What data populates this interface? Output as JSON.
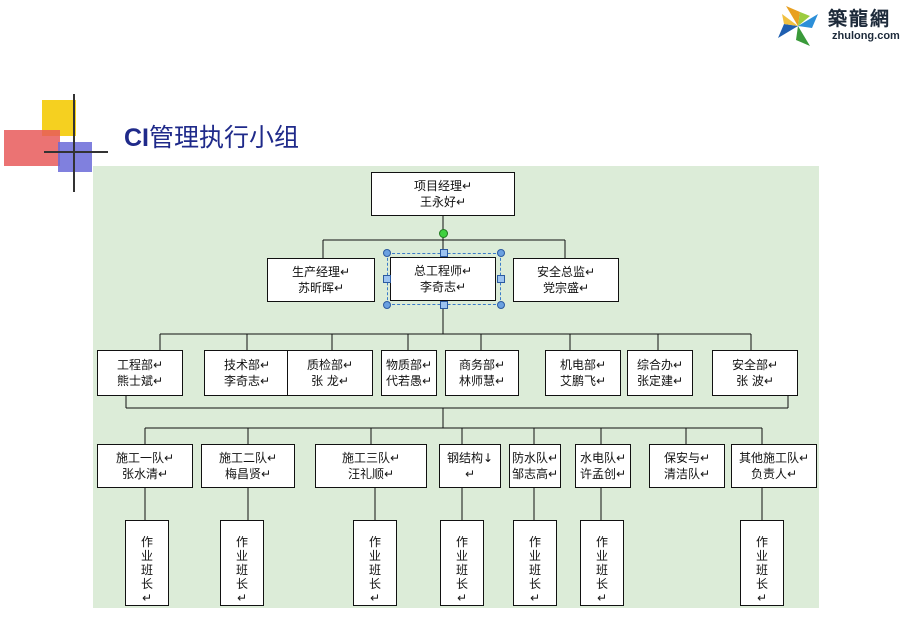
{
  "logo": {
    "cn": "築龍網",
    "en": "zhulong.com"
  },
  "title": {
    "prefix": "CI",
    "text": "管理执行小组"
  },
  "org": {
    "top": {
      "title": "项目经理↵",
      "name": "王永好↵"
    },
    "level2": [
      {
        "title": "生产经理↵",
        "name": "苏昕晖↵"
      },
      {
        "title": "总工程师↵",
        "name": "李奇志↵"
      },
      {
        "title": "安全总监↵",
        "name": "党宗盛↵"
      }
    ],
    "departments": [
      {
        "title": "工程部↵",
        "name": "熊士斌↵"
      },
      {
        "title": "技术部↵",
        "name": "李奇志↵"
      },
      {
        "title": "质检部↵",
        "name": "张 龙↵"
      },
      {
        "title": "物质部↵",
        "name": "代若愚↵"
      },
      {
        "title": "商务部↵",
        "name": "林师慧↵"
      },
      {
        "title": "机电部↵",
        "name": "艾鹏飞↵"
      },
      {
        "title": "综合办↵",
        "name": "张定建↵"
      },
      {
        "title": "安全部↵",
        "name": "张 波↵"
      }
    ],
    "teams": [
      {
        "title": "施工一队↵",
        "name": "张水清↵"
      },
      {
        "title": "施工二队↵",
        "name": "梅昌贤↵"
      },
      {
        "title": "施工三队↵",
        "name": "汪礼顺↵"
      },
      {
        "title": "钢结构↓",
        "name": "↵"
      },
      {
        "title": "防水队↵",
        "name": "邹志高↵"
      },
      {
        "title": "水电队↵",
        "name": "许孟创↵"
      },
      {
        "title": "保安与↵",
        "name": "清洁队↵"
      },
      {
        "title": "其他施工队↵",
        "name": "负责人↵"
      }
    ],
    "crew": [
      {
        "chars": [
          "作",
          "业",
          "班",
          "长",
          "↵"
        ]
      },
      {
        "chars": [
          "作",
          "业",
          "班",
          "长",
          "↵"
        ]
      },
      {
        "chars": [
          "作",
          "业",
          "班",
          "长",
          "↵"
        ]
      },
      {
        "chars": [
          "作",
          "业",
          "班",
          "长",
          "↵"
        ]
      },
      {
        "chars": [
          "作",
          "业",
          "班",
          "长",
          "↵"
        ]
      },
      {
        "chars": [
          "作",
          "业",
          "班",
          "长",
          "↵"
        ]
      },
      {
        "chars": [
          "作",
          "业",
          "班",
          "长",
          "↵"
        ]
      }
    ]
  }
}
